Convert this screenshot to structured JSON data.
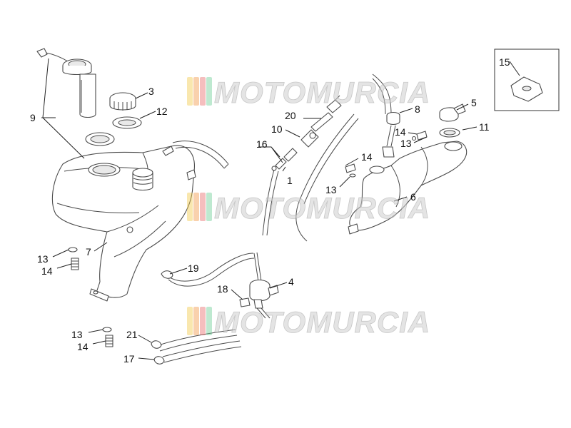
{
  "diagram": {
    "callouts": [
      {
        "id": "c9",
        "label": "9"
      },
      {
        "id": "c3",
        "label": "3"
      },
      {
        "id": "c12",
        "label": "12"
      },
      {
        "id": "c20",
        "label": "20"
      },
      {
        "id": "c10",
        "label": "10"
      },
      {
        "id": "c16",
        "label": "16"
      },
      {
        "id": "c1",
        "label": "1"
      },
      {
        "id": "c8",
        "label": "8"
      },
      {
        "id": "c5",
        "label": "5"
      },
      {
        "id": "c14a",
        "label": "14"
      },
      {
        "id": "c13a",
        "label": "13"
      },
      {
        "id": "c11",
        "label": "11"
      },
      {
        "id": "c14b",
        "label": "14"
      },
      {
        "id": "c13b",
        "label": "13"
      },
      {
        "id": "c6",
        "label": "6"
      },
      {
        "id": "c15",
        "label": "15"
      },
      {
        "id": "c7",
        "label": "7"
      },
      {
        "id": "c13c",
        "label": "13"
      },
      {
        "id": "c14c",
        "label": "14"
      },
      {
        "id": "c19",
        "label": "19"
      },
      {
        "id": "c18",
        "label": "18"
      },
      {
        "id": "c4",
        "label": "4"
      },
      {
        "id": "c13d",
        "label": "13"
      },
      {
        "id": "c14d",
        "label": "14"
      },
      {
        "id": "c21",
        "label": "21"
      },
      {
        "id": "c17",
        "label": "17"
      }
    ]
  },
  "watermark": {
    "text": "MOTOMURCIA",
    "stripe_colors": [
      "#f2c94c",
      "#f2994a",
      "#e86f6f",
      "#6fcf97"
    ]
  }
}
